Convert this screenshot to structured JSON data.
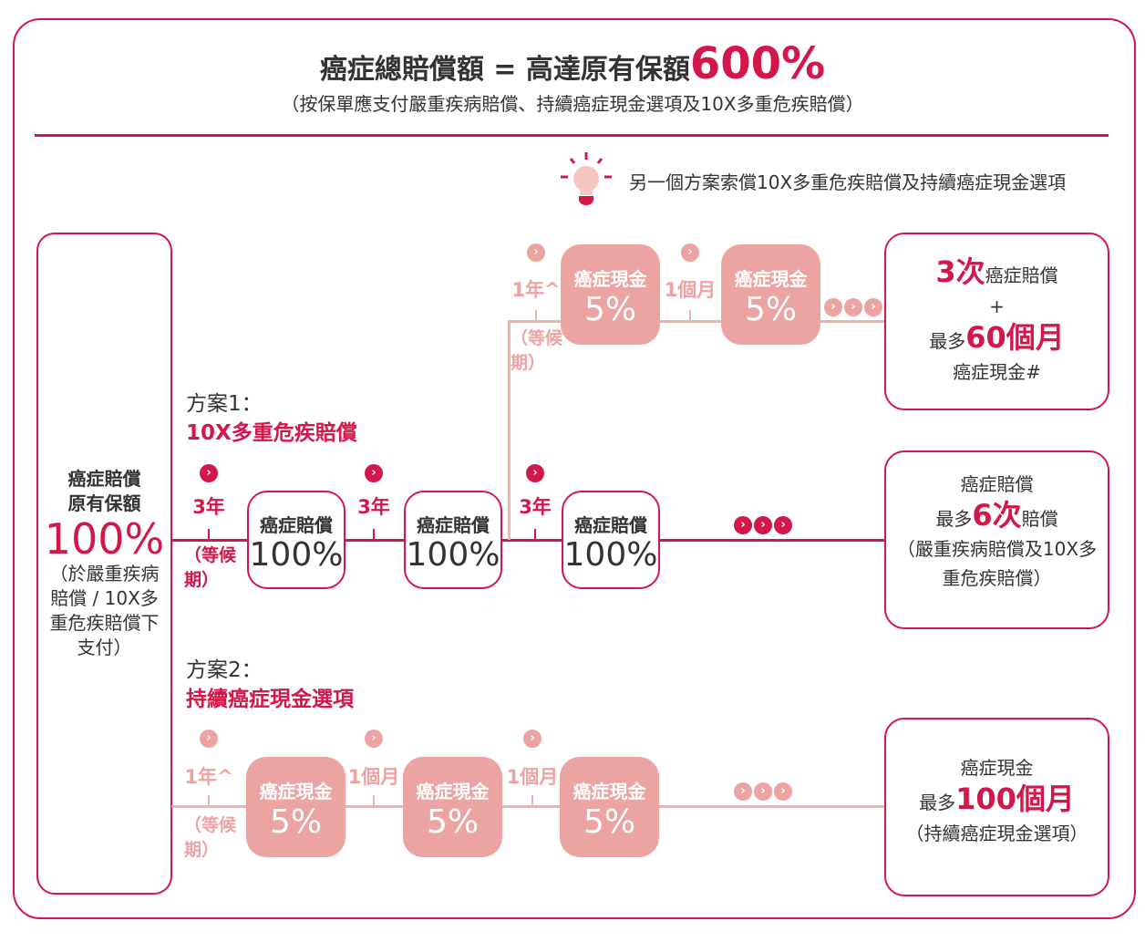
{
  "header": {
    "title": "癌症總賠償額 = 高達原有保額",
    "title_highlight": "600%",
    "subtitle": "（按保單應支付嚴重疾病賠償、持續癌症現金選項及10X多重危疾賠償）"
  },
  "tip": {
    "icon": "lightbulb-icon",
    "text": "另一個方案索償10X多重危疾賠償及持續癌症現金選項"
  },
  "left_box": {
    "line1": "癌症賠償",
    "line2": "原有保額",
    "percent": "100%",
    "note": "（於嚴重疾病賠償 / 10X多重危疾賠償下支付）"
  },
  "plan1": {
    "label": "方案1：",
    "name": "10X多重危疾賠償",
    "steps": [
      {
        "interval": "3年",
        "box_title": "癌症賠償",
        "box_value": "100%"
      },
      {
        "interval": "3年",
        "box_title": "癌症賠償",
        "box_value": "100%"
      },
      {
        "interval": "3年",
        "box_title": "癌症賠償",
        "box_value": "100%"
      }
    ],
    "waiting": "（等候期）",
    "result": {
      "line1": "癌症賠償",
      "prefix": "最多",
      "highlight": "6次",
      "suffix": "賠償",
      "note": "（嚴重疾病賠償及10X多重危疾賠償）"
    }
  },
  "branch": {
    "steps": [
      {
        "interval": "1年^",
        "box_title": "癌症現金",
        "box_value": "5%"
      },
      {
        "interval": "1個月",
        "box_title": "癌症現金",
        "box_value": "5%"
      }
    ],
    "waiting": "（等候期）",
    "result": {
      "highlight1": "3次",
      "text1": "癌症賠償",
      "plus": "+",
      "prefix": "最多",
      "highlight2": "60個月",
      "text2": "癌症現金#"
    }
  },
  "plan2": {
    "label": "方案2：",
    "name": "持續癌症現金選項",
    "steps": [
      {
        "interval": "1年^",
        "box_title": "癌症現金",
        "box_value": "5%"
      },
      {
        "interval": "1個月",
        "box_title": "癌症現金",
        "box_value": "5%"
      },
      {
        "interval": "1個月",
        "box_title": "癌症現金",
        "box_value": "5%"
      }
    ],
    "waiting": "（等候期）",
    "result": {
      "line1": "癌症現金",
      "prefix": "最多",
      "highlight": "100個月",
      "note": "（持續癌症現金選項）"
    }
  },
  "colors": {
    "accent": "#d4174a",
    "pink": "#eba4a2",
    "line_pink": "#f0b3af"
  }
}
